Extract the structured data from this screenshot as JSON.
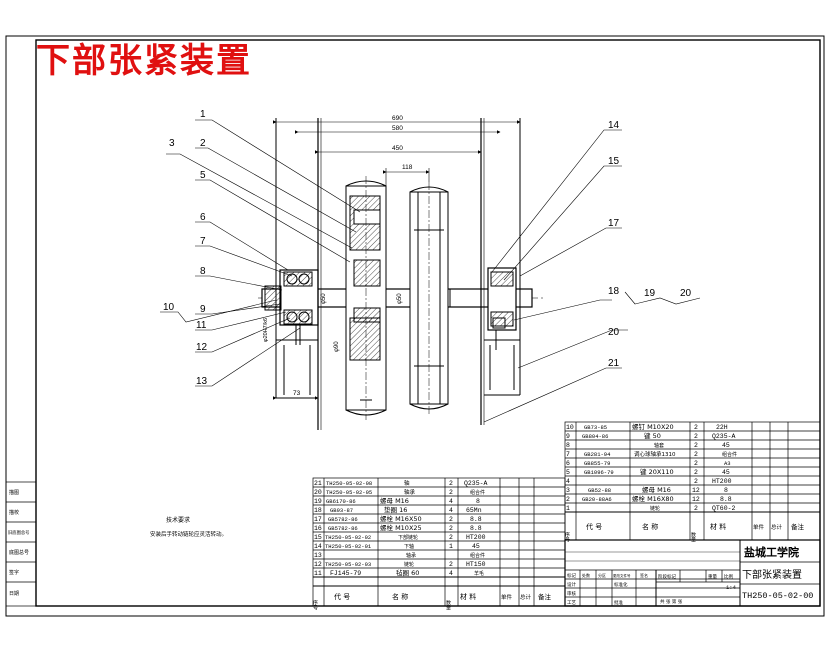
{
  "title": "下部张紧装置",
  "colors": {
    "title": "#e01010",
    "line": "#000000",
    "background": "#ffffff"
  },
  "dimensions": {
    "d690": "690",
    "d580": "580",
    "d450": "450",
    "d118": "118",
    "d73": "73"
  },
  "diameters": {
    "a": "φ50",
    "b": "φ50",
    "c": "φ90",
    "d": "φ20H7/k6"
  },
  "callouts": [
    "1",
    "2",
    "3",
    "5",
    "6",
    "7",
    "8",
    "9",
    "10",
    "11",
    "12",
    "13",
    "14",
    "15",
    "17",
    "18",
    "19",
    "20",
    "20",
    "21"
  ],
  "tech_requirements": {
    "heading": "技术要求",
    "text": "安装后手转动链轮应灵活转动。"
  },
  "left_stamp": [
    "描图",
    "描校",
    "旧底图总号",
    "底图总号",
    "签字",
    "日期"
  ],
  "bom_left": [
    {
      "no": "21",
      "code": "TH250-05-02-08",
      "name": "轴",
      "qty": "2",
      "mat": "Q235-A"
    },
    {
      "no": "20",
      "code": "TH250-05-02-05",
      "name": "轴承",
      "qty": "2",
      "mat": "组合件"
    },
    {
      "no": "19",
      "code": "GB6170-86",
      "name": "螺母 M16",
      "qty": "4",
      "mat": "8"
    },
    {
      "no": "18",
      "code": "GB93-87",
      "name": "垫圈 16",
      "qty": "4",
      "mat": "65Mn"
    },
    {
      "no": "17",
      "code": "GB5782-86",
      "name": "螺栓 M16X50",
      "qty": "2",
      "mat": "8.8"
    },
    {
      "no": "16",
      "code": "GB5782-86",
      "name": "螺栓 M10X25",
      "qty": "2",
      "mat": "8.8"
    },
    {
      "no": "15",
      "code": "TH250-05-02-02",
      "name": "下部链轮",
      "qty": "2",
      "mat": "HT200"
    },
    {
      "no": "14",
      "code": "TH250-05-02-01",
      "name": "下轴",
      "qty": "1",
      "mat": "45"
    },
    {
      "no": "13",
      "code": "",
      "name": "轴承",
      "qty": "",
      "mat": "组合件"
    },
    {
      "no": "12",
      "code": "TH250-05-02-03",
      "name": "链轮",
      "qty": "2",
      "mat": "HT150"
    },
    {
      "no": "11",
      "code": "FJ145-79",
      "name": "毡圈 60",
      "qty": "4",
      "mat": "羊毛"
    }
  ],
  "bom_right": [
    {
      "no": "10",
      "code": "GB73-85",
      "name": "螺钉 M10X20",
      "qty": "2",
      "mat": "22H"
    },
    {
      "no": "9",
      "code": "GB804-86",
      "name": "键 50",
      "qty": "2",
      "mat": "Q235-A"
    },
    {
      "no": "8",
      "code": "",
      "name": "轴套",
      "qty": "2",
      "mat": "45"
    },
    {
      "no": "7",
      "code": "GB281-94",
      "name": "调心球轴承1310",
      "qty": "2",
      "mat": "组合件"
    },
    {
      "no": "6",
      "code": "GB855-79",
      "name": "",
      "qty": "2",
      "mat": "A3"
    },
    {
      "no": "5",
      "code": "GB1096-79",
      "name": "键 20X110",
      "qty": "2",
      "mat": "45"
    },
    {
      "no": "4",
      "code": "",
      "name": "",
      "qty": "2",
      "mat": "HT200"
    },
    {
      "no": "3",
      "code": "GB52-88",
      "name": "螺母 M16",
      "qty": "12",
      "mat": "8"
    },
    {
      "no": "2",
      "code": "GB20-88A6",
      "name": "螺栓 M16X80",
      "qty": "12",
      "mat": "8.8"
    },
    {
      "no": "1",
      "code": "",
      "name": "链轮",
      "qty": "2",
      "mat": "QT60-2"
    }
  ],
  "bom_header": {
    "no": "序号",
    "code": "代    号",
    "name": "名    称",
    "qty": "数量",
    "mat": "材    料",
    "unit": "单件",
    "total": "总计",
    "remark": "备注",
    "mass": "重量"
  },
  "title_block": {
    "school": "盐城工学院",
    "drawing_name": "下部张紧装置",
    "drawing_no": "TH250-05-02-00",
    "scale": "1:4",
    "rows": [
      "标记",
      "设计",
      "审核",
      "工艺"
    ],
    "cols": [
      "处数",
      "分区",
      "更改文件号",
      "签名",
      "年月日"
    ],
    "stage": "阶段标记",
    "weight": "重量",
    "ratio": "比例",
    "sheet": "共  张  第  张",
    "std": "标准化",
    "approve": "批准"
  }
}
